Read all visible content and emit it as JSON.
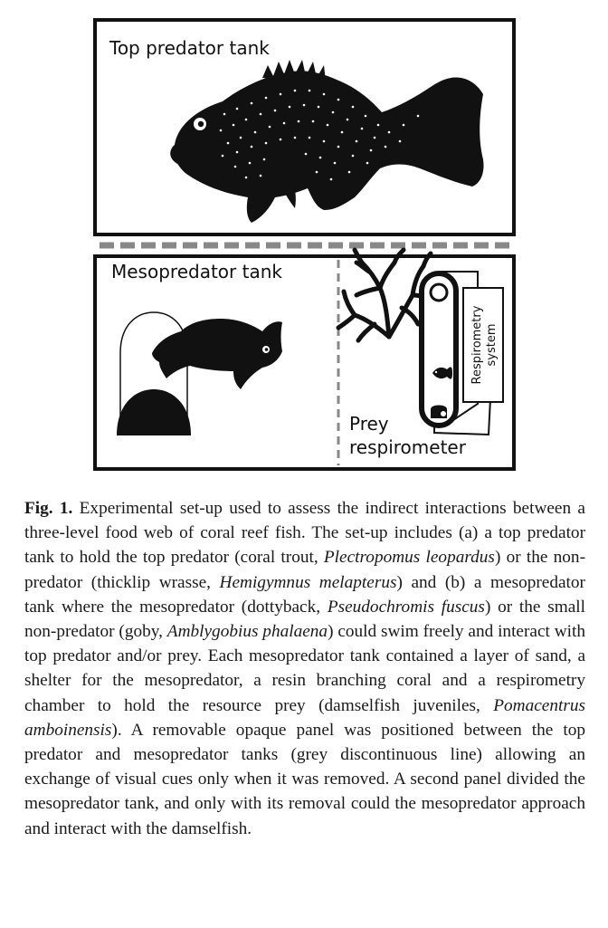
{
  "figure": {
    "top_tank_label": "Top predator tank",
    "meso_tank_label": "Mesopredator tank",
    "respirometry_label_line1": "Respirometry",
    "respirometry_label_line2": "system",
    "prey_label_line1": "Prey",
    "prey_label_line2": "respirometer",
    "colors": {
      "ink": "#111111",
      "panel_grey": "#888888",
      "spots": "#ffffff"
    }
  },
  "caption": {
    "label": "Fig. 1.",
    "segments": [
      " Experimental set-up used to assess the indirect interactions between a three-level food web of coral reef fish. The set-up includes (a) a top predator tank to hold the top predator (coral trout, ",
      "Plectropomus leopardus",
      ") or the non-predator (thicklip wrasse, ",
      "Hemigymnus melapterus",
      ") and (b) a mesopredator tank where the mesopredator (dottyback, ",
      "Pseudochromis fuscus",
      ") or the small non-predator (goby, ",
      "Amblygobius phalaena",
      ") could swim freely and interact with top predator and/or prey. Each mesopredator tank contained a layer of sand, a shelter for the mesopredator, a resin branching coral and a respirometry chamber to hold the resource prey (damselfish juveniles, ",
      "Pomacentrus amboinensis",
      "). A removable opaque panel was positioned between the top predator and mesopredator tanks (grey discontinuous line) allowing an exchange of visual cues only when it was removed. A second panel divided the mesopredator tank, and only with its removal could the mesopredator approach and interact with the damselfish."
    ]
  }
}
